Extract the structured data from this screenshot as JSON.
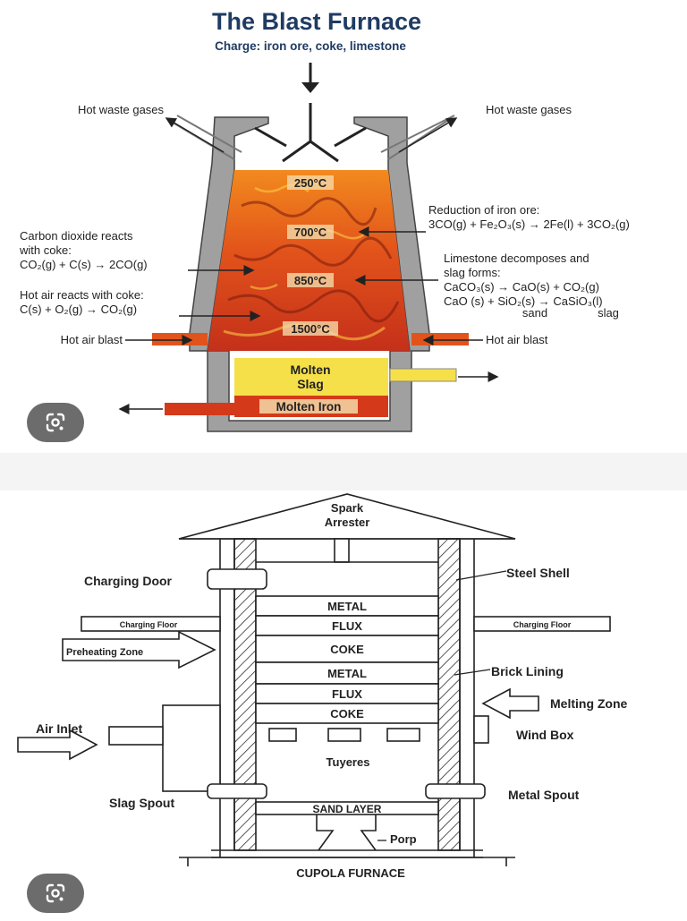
{
  "blast": {
    "title": "The Blast Furnace",
    "subtitle": "Charge: iron ore, coke, limestone",
    "hot_waste_left": "Hot waste gases",
    "hot_waste_right": "Hot waste gases",
    "temps": [
      "250°C",
      "700°C",
      "850°C",
      "1500°C"
    ],
    "molten_slag_1": "Molten",
    "molten_slag_2": "Slag",
    "molten_iron": "Molten Iron",
    "hot_air_left": "Hot air blast",
    "hot_air_right": "Hot air blast",
    "co2_title_1": "Carbon dioxide reacts",
    "co2_title_2": "with coke:",
    "co2_eq": "CO₂(g) + C(s) → 2CO(g)",
    "hotair_title": "Hot air reacts with coke:",
    "hotair_eq": "C(s) + O₂(g) → CO₂(g)",
    "reduction_title": "Reduction of iron ore:",
    "reduction_eq": "3CO(g) + Fe₂O₃(s) → 2Fe(l) + 3CO₂(g)",
    "limestone_title_1": "Limestone decomposes and",
    "limestone_title_2": "slag forms:",
    "limestone_eq1": "CaCO₃(s) → CaO(s) + CO₂(g)",
    "limestone_eq2": "CaO (s) + SiO₂(s) → CaSiO₃(l)",
    "sand": "sand",
    "slag": "slag"
  },
  "cupola": {
    "spark_1": "Spark",
    "spark_2": "Arrester",
    "layers": [
      "METAL",
      "FLUX",
      "COKE",
      "METAL",
      "FLUX",
      "COKE"
    ],
    "charging_door": "Charging Door",
    "charging_floor_left": "Charging Floor",
    "charging_floor_right": "Charging Floor",
    "preheating_zone": "Preheating Zone",
    "air_inlet": "Air Inlet",
    "slag_spout": "Slag Spout",
    "steel_shell": "Steel Shell",
    "brick_lining": "Brick Lining",
    "melting_zone": "Melting Zone",
    "wind_box": "Wind Box",
    "metal_spout": "Metal Spout",
    "tuyeres": "Tuyeres",
    "sand_layer": "SAND LAYER",
    "porp": "Porp",
    "footer": "CUPOLA FURNACE"
  },
  "icons": {
    "lens": "google-lens-icon"
  },
  "colors": {
    "title": "#1f3b63",
    "hot": "#d9480f",
    "slag": "#f6e04a",
    "wall": "#9a9a9a"
  }
}
